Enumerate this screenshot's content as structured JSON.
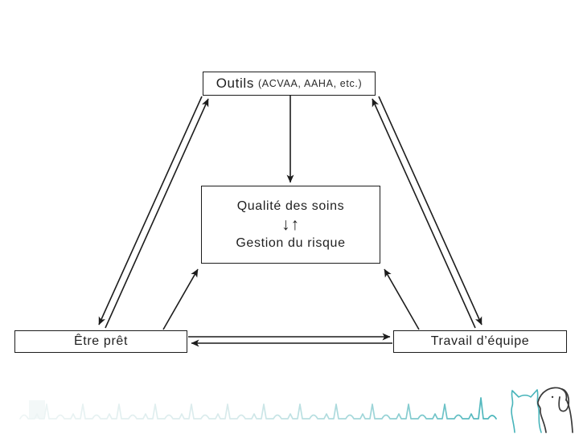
{
  "slide": {
    "nodes": {
      "outils": {
        "title": "Outils",
        "subtitle": "(ACVAA, AAHA, etc.)"
      },
      "center": {
        "top": "Qualité des soins",
        "exchange_arrows": "↓↑",
        "bottom": "Gestion du risque"
      },
      "etre_pret": {
        "label": "Être prêt"
      },
      "travail_equipe": {
        "label": "Travail d’équipe"
      }
    },
    "edges": [
      {
        "from": "outils",
        "to": "center",
        "direction": "one-way"
      },
      {
        "from": "outils",
        "to": "etre_pret",
        "direction": "two-way"
      },
      {
        "from": "outils",
        "to": "travail_equipe",
        "direction": "two-way"
      },
      {
        "from": "etre_pret",
        "to": "center",
        "direction": "one-way"
      },
      {
        "from": "travail_equipe",
        "to": "center",
        "direction": "one-way"
      },
      {
        "from": "etre_pret",
        "to": "travail_equipe",
        "direction": "two-way"
      }
    ],
    "watermark": {
      "icons": [
        "ecg-line",
        "cat-silhouette",
        "dog-silhouette"
      ],
      "accent_teal": "#47b4ba",
      "dog_outline": "#3a3a3a",
      "line_black": "#1c1c1c"
    }
  }
}
